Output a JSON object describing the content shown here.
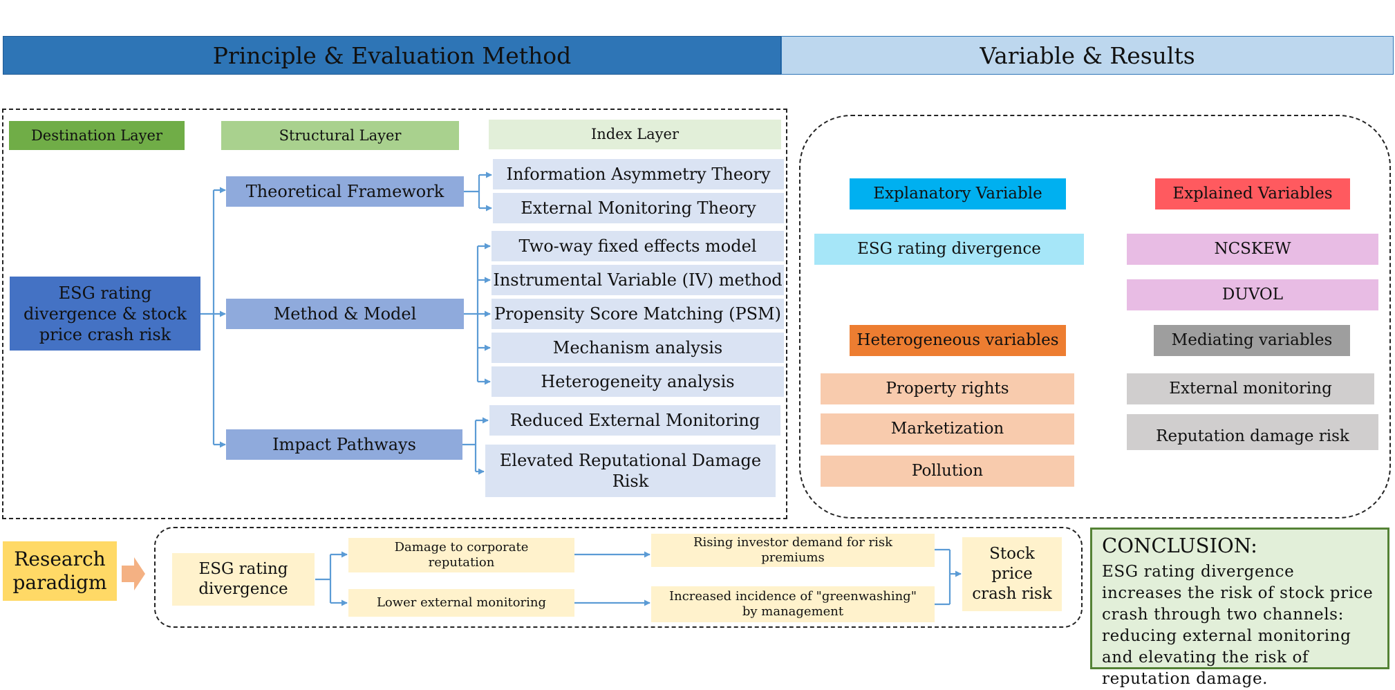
{
  "headers": {
    "left": "Principle & Evaluation Method",
    "right": "Variable & Results"
  },
  "layers": {
    "destination": "Destination Layer",
    "structural": "Structural Layer",
    "index": "Index Layer"
  },
  "root": "ESG rating divergence & stock price crash risk",
  "structural": {
    "theoretical": "Theoretical Framework",
    "method": "Method & Model",
    "impact": "Impact Pathways"
  },
  "index": {
    "theory": [
      "Information Asymmetry Theory",
      "External Monitoring Theory"
    ],
    "method": [
      "Two-way fixed effects model",
      "Instrumental Variable (IV) method",
      "Propensity Score Matching (PSM)",
      "Mechanism analysis",
      "Heterogeneity analysis"
    ],
    "impact": [
      "Reduced External Monitoring",
      "Elevated Reputational Damage Risk"
    ]
  },
  "variables": {
    "explanatory": {
      "title": "Explanatory Variable",
      "items": [
        "ESG rating divergence"
      ]
    },
    "explained": {
      "title": "Explained Variables",
      "items": [
        "NCSKEW",
        "DUVOL"
      ]
    },
    "heterogeneous": {
      "title": "Heterogeneous variables",
      "items": [
        "Property rights",
        "Marketization",
        "Pollution"
      ]
    },
    "mediating": {
      "title": "Mediating variables",
      "items": [
        "External monitoring",
        "Reputation damage risk"
      ]
    }
  },
  "paradigm": {
    "label": "Research paradigm",
    "start": "ESG rating divergence",
    "mid_top": "Damage to corporate reputation",
    "mid_bottom": "Lower external monitoring",
    "right_top": "Rising investor demand for risk premiums",
    "right_bottom": "Increased incidence of \"greenwashing\" by management",
    "end": "Stock price crash risk"
  },
  "conclusion": {
    "title": "CONCLUSION:",
    "body": "ESG rating divergence increases the risk of stock price crash through two channels: reducing external monitoring and elevating the risk of reputation damage."
  },
  "colors": {
    "header_left": "#2e75b6",
    "header_right": "#bdd7ee",
    "connector": "#5b9bd5",
    "destination_layer": "#70ad47",
    "structural_layer": "#a9d18e",
    "index_layer": "#e2efd9",
    "root": "#4472c4",
    "structural_box": "#8faadc",
    "index_box": "#dae3f3",
    "explanatory": "#00b0f0",
    "explanatory_item": "#a6e6f8",
    "explained": "#ff5a5f",
    "explained_item": "#e8bce4",
    "heterogeneous": "#ed7d31",
    "heterogeneous_item": "#f8cbad",
    "mediating": "#9e9e9e",
    "mediating_item": "#d0cece",
    "paradigm_label": "#ffd966",
    "paradigm_box": "#fff2cc",
    "paradigm_arrow": "#f4b183",
    "conclusion_border": "#548235",
    "conclusion_fill": "#e2efd9"
  },
  "icons": {
    "paradigm_arrow": "right-arrow-icon"
  }
}
